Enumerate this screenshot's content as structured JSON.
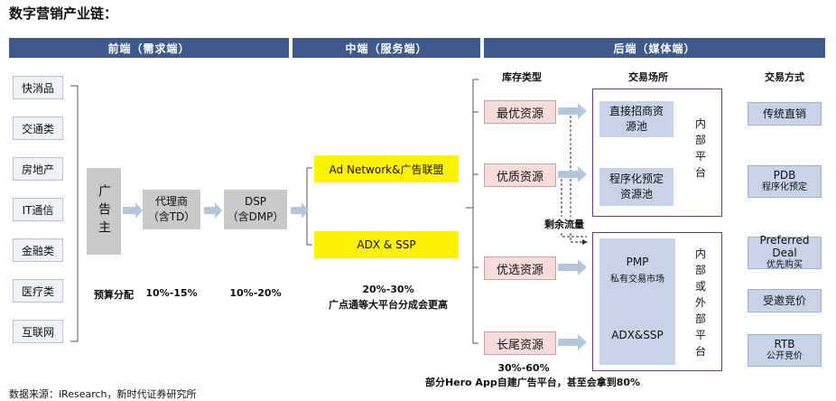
{
  "title": "数字营销产业链：",
  "headers": {
    "front": "前端（需求端）",
    "middle": "中端（服务端）",
    "back": "后端（媒体端）"
  },
  "industries": [
    "快消品",
    "交通类",
    "房地产",
    "IT通信",
    "金融类",
    "医疗类",
    "互联网"
  ],
  "advertiser": "广告主",
  "agency": {
    "line1": "代理商",
    "line2": "（含TD）"
  },
  "dsp": {
    "line1": "DSP",
    "line2": "（含DMP）"
  },
  "network": "Ad Network&广告联盟",
  "adx": "ADX & SSP",
  "percents": {
    "budget": "预算分配",
    "agency": "10%-15%",
    "dsp": "10%-20%",
    "middle": "20%-30%",
    "middle_note": "广点通等大平台分成会更高",
    "back": "30%-60%",
    "back_note": "部分Hero App自建广告平台，甚至会拿到80%"
  },
  "col_headers": {
    "inventory": "库存类型",
    "venue": "交易场所",
    "method": "交易方式"
  },
  "inventory": [
    "最优资源",
    "优质资源",
    "优选资源",
    "长尾资源"
  ],
  "venues": {
    "direct_pool": "直接招商资源池",
    "programmatic_pool": "程序化预定资源池",
    "inner_platform": "内部平台",
    "pmp": "PMP",
    "pmp_sub": "私有交易市场",
    "adx_ssp": "ADX&SSP",
    "inner_outer": "内部或外部平台"
  },
  "surplus": "剩余流量",
  "methods": [
    {
      "line1": "传统直销",
      "line2": ""
    },
    {
      "line1": "PDB",
      "line2": "程序化预定"
    },
    {
      "line1": "Preferred Deal",
      "line2": "优先购买"
    },
    {
      "line1": "受邀竞价",
      "line2": ""
    },
    {
      "line1": "RTB",
      "line2": "公开竞价"
    }
  ],
  "source": "数据来源：iResearch，新时代证券研究所"
}
